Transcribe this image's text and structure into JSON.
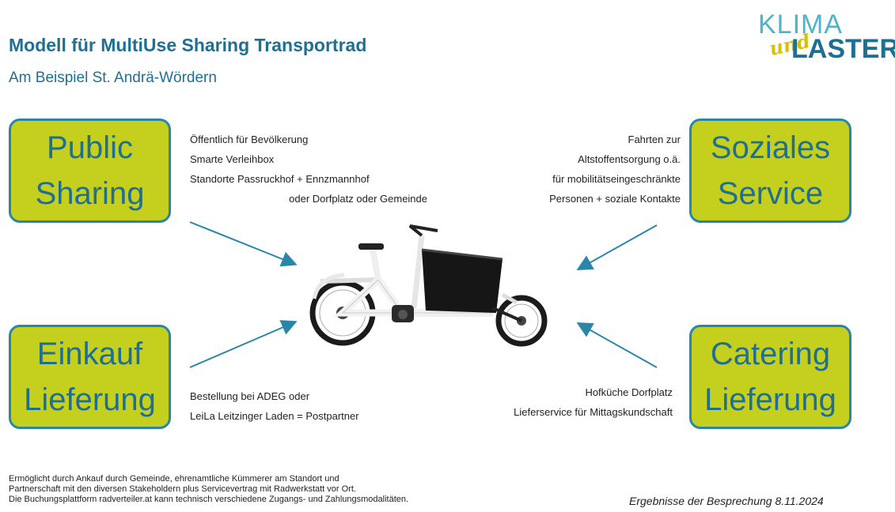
{
  "header": {
    "title": "Modell für MultiUse Sharing Transportrad",
    "subtitle": "Am Beispiel St. Andrä-Wördern"
  },
  "logo": {
    "line1": "KLIMA",
    "line2": "und",
    "line3": "LASTER"
  },
  "boxes": {
    "public_sharing": [
      "Public",
      "Sharing"
    ],
    "soziales_service": [
      "Soziales",
      "Service"
    ],
    "einkauf_lieferung": [
      "Einkauf",
      "Lieferung"
    ],
    "catering_lieferung": [
      "Catering",
      "Lieferung"
    ]
  },
  "notes": {
    "public_sharing": [
      "Öffentlich für Bevölkerung",
      "Smarte Verleihbox",
      "Standorte Passruckhof + Ennzmannhof",
      "oder Dorfplatz oder Gemeinde"
    ],
    "soziales_service": [
      "Fahrten zur",
      "Altstoffentsorgung o.ä.",
      "für mobilitätseingeschränkte",
      "Personen + soziale Kontakte"
    ],
    "einkauf_lieferung": [
      "Bestellung bei ADEG oder",
      "LeiLa Leitzinger Laden = Postpartner"
    ],
    "catering_lieferung": [
      "Hofküche Dorfplatz",
      "Lieferservice für Mittagskundschaft"
    ]
  },
  "footer": {
    "lines": [
      "Ermöglicht durch Ankauf durch Gemeinde, ehrenamtliche Kümmerer am Standort und",
      "Partnerschaft mit den diversen Stakeholdern plus Servicevertrag mit Radwerkstatt vor Ort.",
      "Die Buchungsplattform radverteiler.at kann technisch verschiedene Zugangs- und Zahlungsmodalitäten."
    ],
    "result": "Ergebnisse der Besprechung 8.11.2024"
  },
  "colors": {
    "box_fill": "#c5cf1e",
    "box_border": "#2a86a8",
    "title_blue": "#1f6f93",
    "arrow_blue": "#2a86a8"
  }
}
